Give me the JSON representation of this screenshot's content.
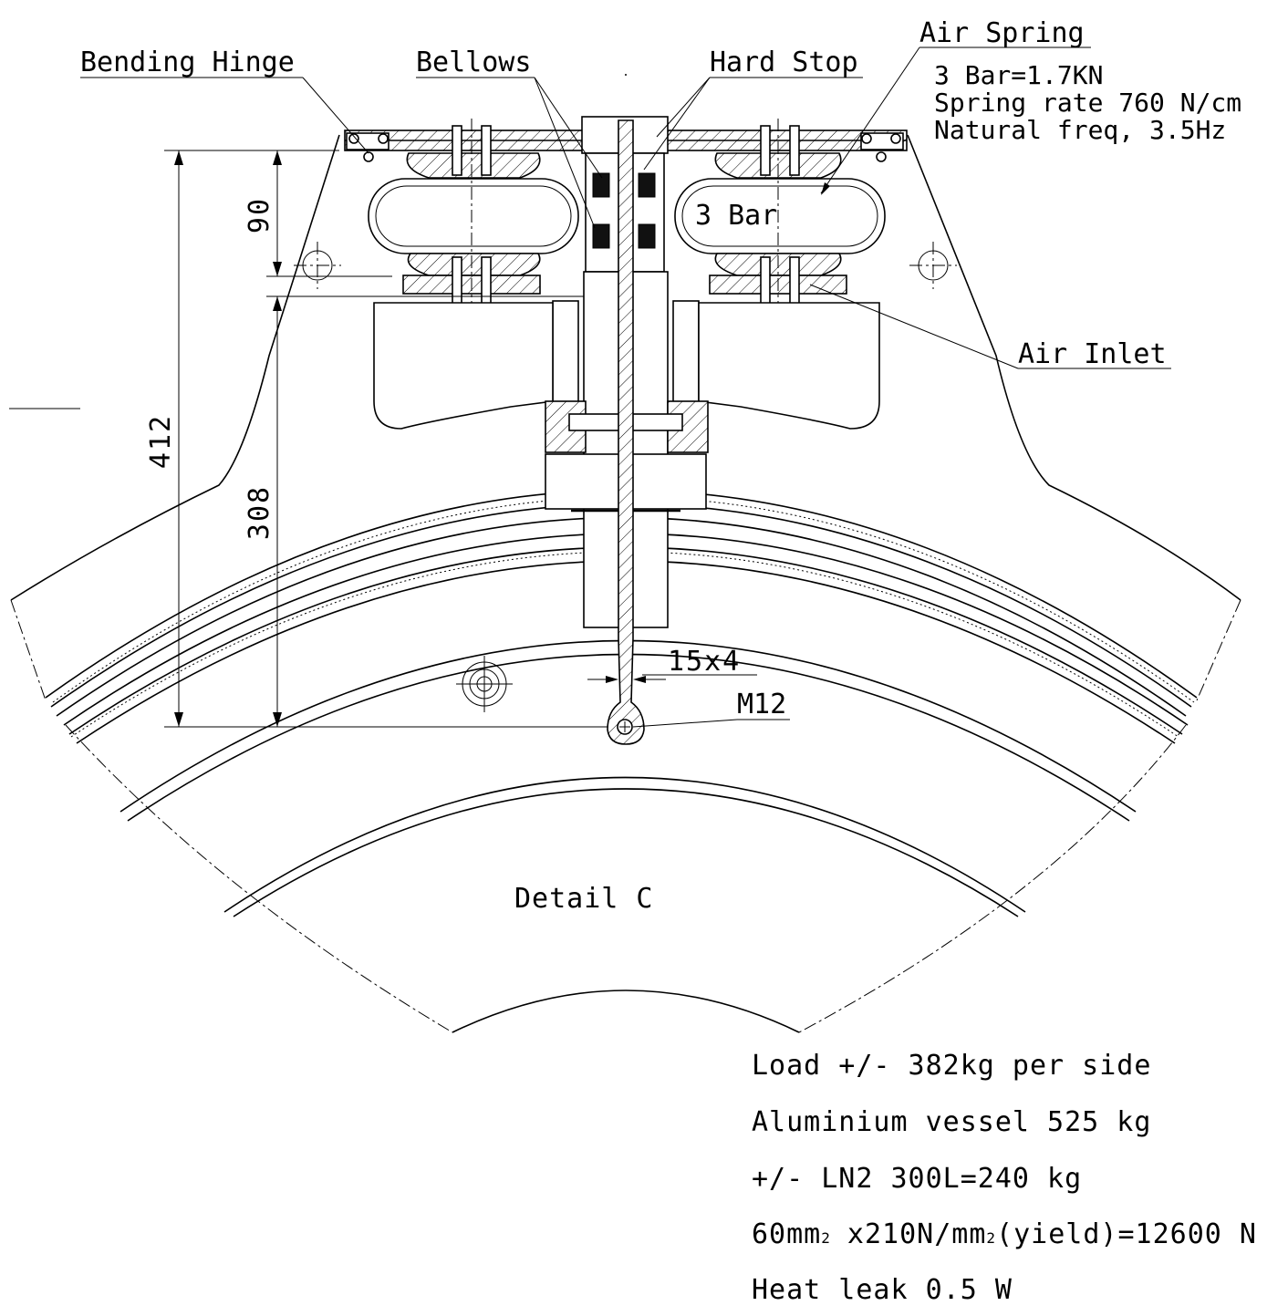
{
  "title": "Detail C",
  "callouts": {
    "bending_hinge": "Bending Hinge",
    "bellows": "Bellows",
    "hard_stop": "Hard Stop",
    "air_spring": "Air Spring",
    "air_inlet": "Air Inlet",
    "rod_section": "15x4",
    "thread": "M12",
    "pressure": "3 Bar"
  },
  "air_spring_specs": [
    "3 Bar=1.7KN",
    "Spring rate 760 N/cm",
    "Natural freq, 3.5Hz"
  ],
  "dimensions": {
    "overall_height": "412",
    "spring_stroke": "90",
    "rod_length": "308"
  },
  "notes": {
    "load": "Load +/- 382kg per side",
    "vessel": "Aluminium vessel 525 kg",
    "ln2": "+/- LN2 300L=240 kg",
    "stress_a": "60mm",
    "stress_b": "x210N/mm",
    "stress_c": "(yield)=12600 N",
    "subscript": "2",
    "heat_leak": "Heat leak 0.5 W"
  }
}
